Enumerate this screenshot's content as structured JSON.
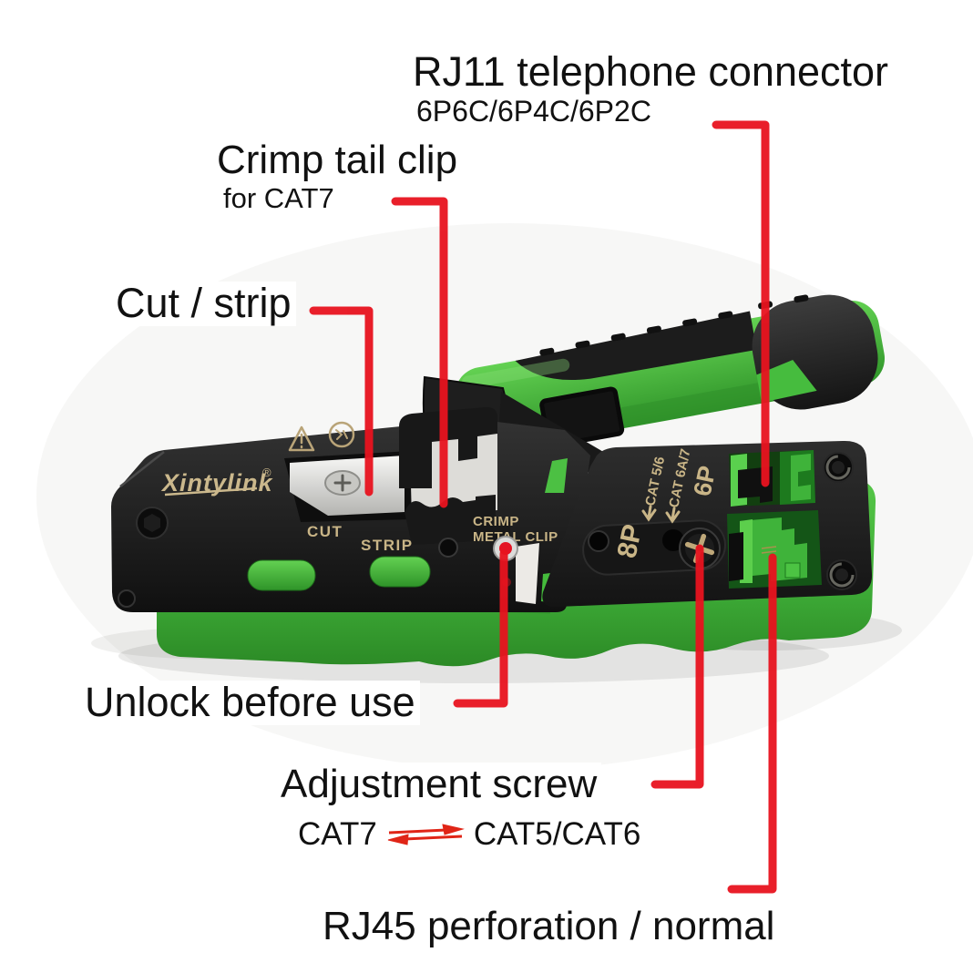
{
  "image": {
    "kind": "annotated product photo",
    "product": "RJ45/RJ11 network crimping tool"
  },
  "annotations": {
    "rj11": {
      "title": "RJ11 telephone connector",
      "subtitle": "6P6C/6P4C/6P2C"
    },
    "crimp_tail_clip": {
      "title": "Crimp tail clip",
      "subtitle": "for CAT7"
    },
    "cut_strip": {
      "label": "Cut / strip"
    },
    "unlock": {
      "label": "Unlock before use"
    },
    "adjustment_screw": {
      "label": "Adjustment screw"
    },
    "cat_switch": {
      "left": "CAT7",
      "right": "CAT5/CAT6"
    },
    "rj45": {
      "label": "RJ45 perforation / normal"
    }
  },
  "tool_markings": {
    "brand": "Xintylink",
    "registered": "®",
    "cut": "CUT",
    "strip": "STRIP",
    "crimp_line1": "CRIMP",
    "crimp_line2": "METAL CLIP",
    "port8": "8P",
    "port6": "6P",
    "cat56": "CAT 5/6",
    "cat6a7": "CAT 6A/7"
  },
  "colors": {
    "callout_red": "#e8131f",
    "tool_green": "#3fae38",
    "marking_gold": "#c9b587",
    "body_black": "#1b1b1b"
  }
}
